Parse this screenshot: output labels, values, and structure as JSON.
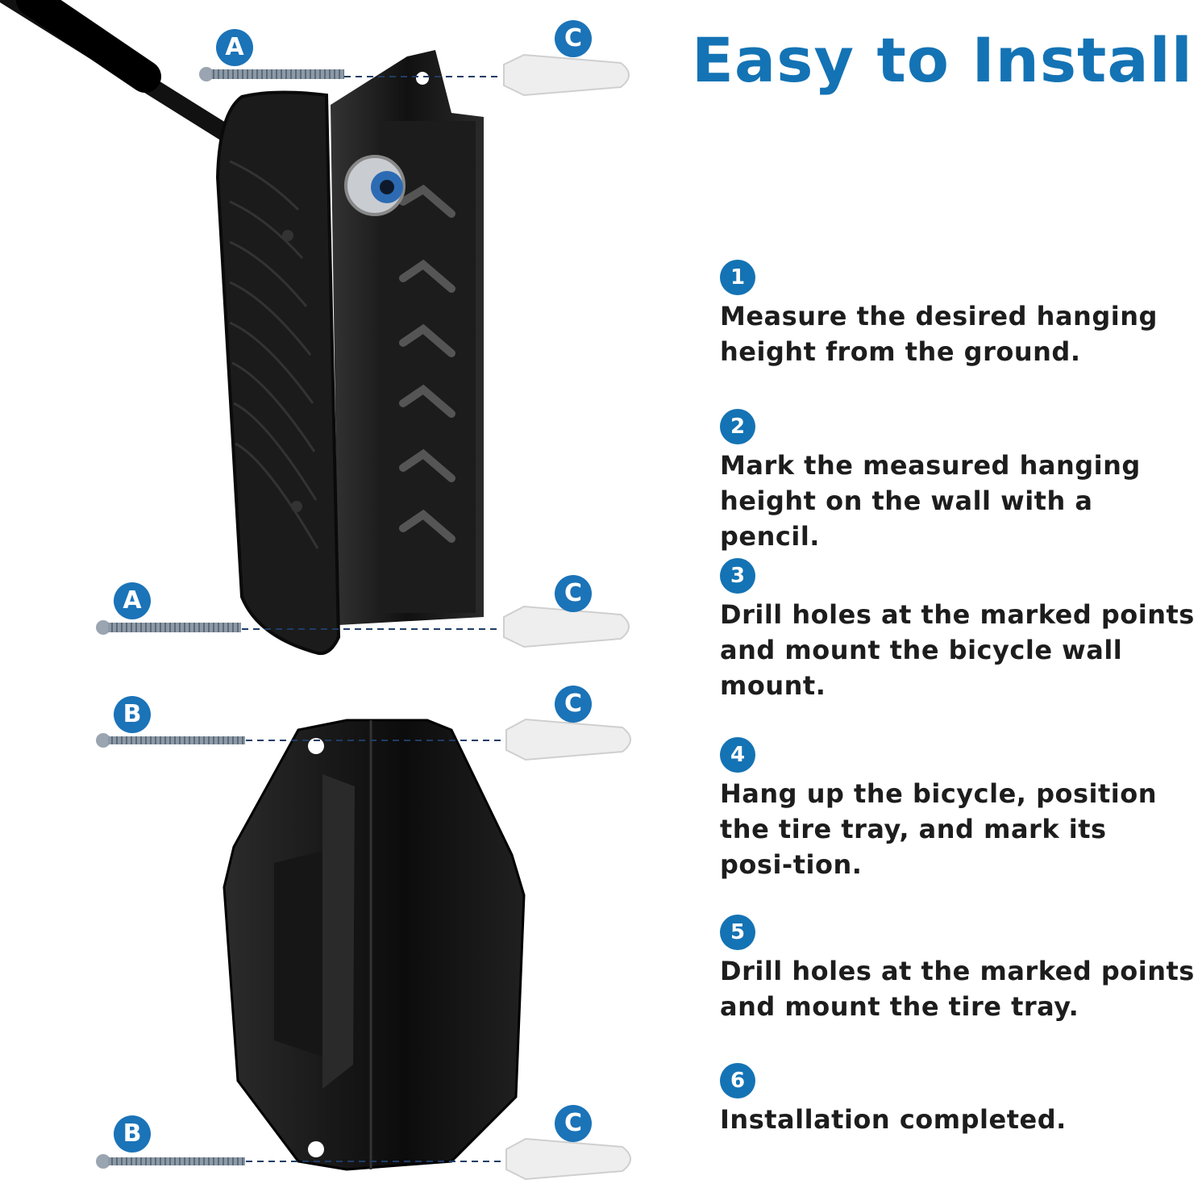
{
  "title": "Easy to Install",
  "steps": [
    {
      "num": "1",
      "text": "Measure the desired hanging height from the ground."
    },
    {
      "num": "2",
      "text": "Mark the measured hanging height on the wall with a pencil."
    },
    {
      "num": "3",
      "text": "Drill holes at the marked points and mount the bicycle wall mount."
    },
    {
      "num": "4",
      "text": "Hang up the bicycle, position the tire tray, and mark its posi-tion."
    },
    {
      "num": "5",
      "text": "Drill holes at the marked points and mount the tire tray."
    },
    {
      "num": "6",
      "text": "Installation completed."
    }
  ],
  "labels": {
    "a": "A",
    "b": "B",
    "c": "C"
  },
  "colors": {
    "accent": "#1473b4",
    "product": "#1a1a1a",
    "anchor": "#eeeeee",
    "screw": "#9aa5b1"
  }
}
